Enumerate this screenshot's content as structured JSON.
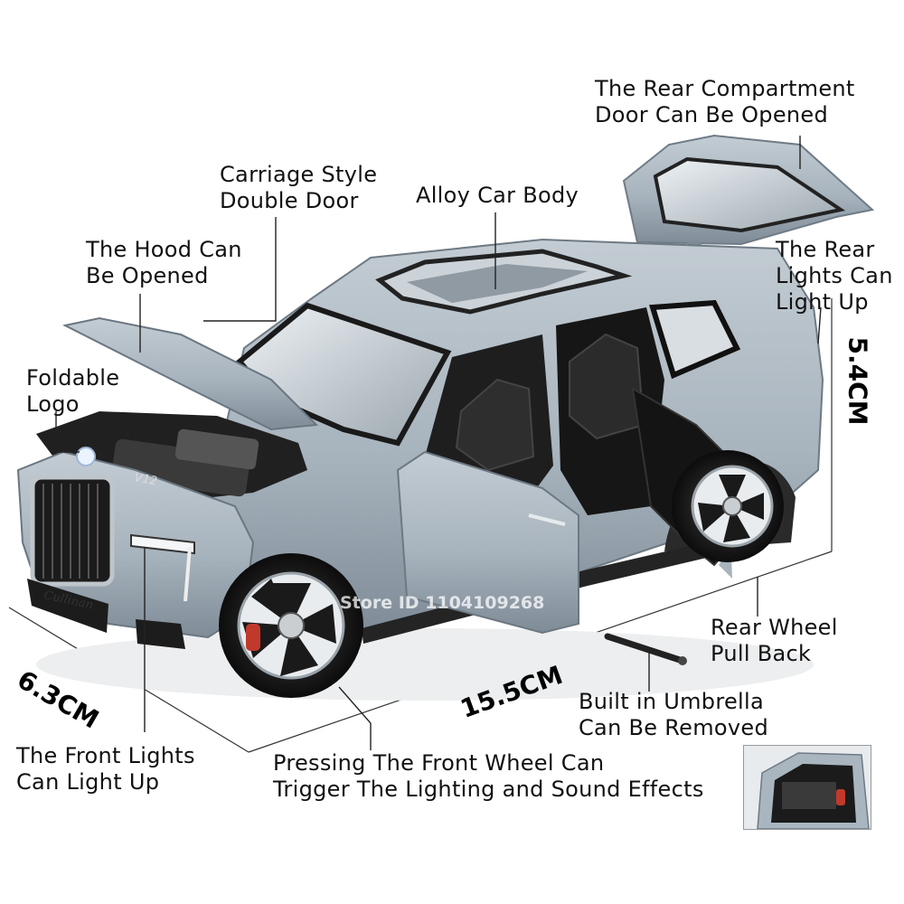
{
  "callouts": {
    "rear_compartment": [
      "The Rear Compartment",
      "Door Can Be Opened"
    ],
    "carriage_door": [
      "Carriage Style",
      "Double Door"
    ],
    "alloy_body": [
      "Alloy Car Body"
    ],
    "hood": [
      "The Hood Can",
      "Be Opened"
    ],
    "rear_lights": [
      "The Rear",
      "Lights Can",
      "Light Up"
    ],
    "foldable_logo": [
      "Foldable",
      "Logo"
    ],
    "rear_wheel": [
      "Rear Wheel",
      "Pull Back"
    ],
    "umbrella": [
      "Built in Umbrella",
      "Can Be Removed"
    ],
    "front_lights": [
      "The Front Lights",
      "Can Light Up"
    ],
    "front_wheel": [
      "Pressing The Front Wheel Can",
      "Trigger The Lighting and Sound Effects"
    ]
  },
  "dimensions": {
    "height": "5.4CM",
    "width": "6.3CM",
    "length": "15.5CM"
  },
  "badges": {
    "engine": "V12",
    "grille_script": "Cullinan"
  },
  "watermark": "Store ID 1104109268",
  "colors": {
    "car_body": "#a9b6c0",
    "car_shadow": "#7e8b96",
    "interior": "#1b1b1b",
    "wheel_rim": "#e9ecee",
    "brake_caliper": "#c0392b",
    "leader_line": "#222222"
  }
}
